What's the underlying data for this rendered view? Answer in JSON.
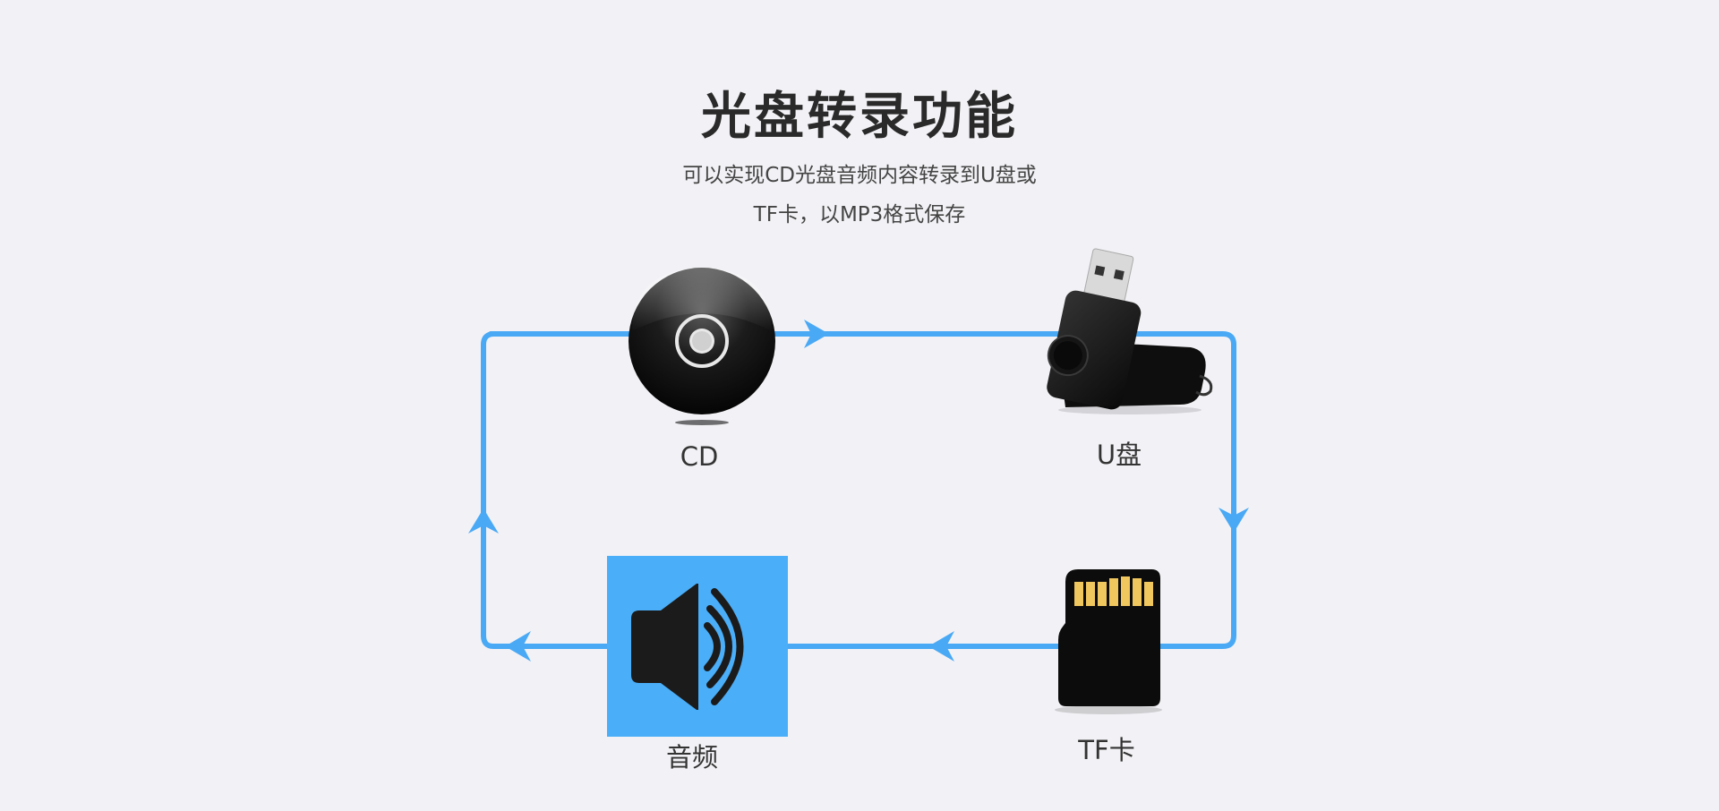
{
  "header": {
    "title": "光盘转录功能",
    "subtitle_line1": "可以实现CD光盘音频内容转录到U盘或",
    "subtitle_line2": "TF卡，以MP3格式保存"
  },
  "nodes": {
    "cd": {
      "label": "CD",
      "icon": "cd-disc-icon"
    },
    "usb": {
      "label": "U盘",
      "icon": "usb-drive-icon"
    },
    "tf": {
      "label": "TF卡",
      "icon": "tf-card-icon"
    },
    "audio": {
      "label": "音频",
      "icon": "speaker-icon"
    }
  },
  "colors": {
    "flow_line": "#4aa9f5",
    "audio_bg": "#4aaef8",
    "device_black": "#141414",
    "tf_contacts": "#f0c75e",
    "background": "#f2f2f6"
  }
}
